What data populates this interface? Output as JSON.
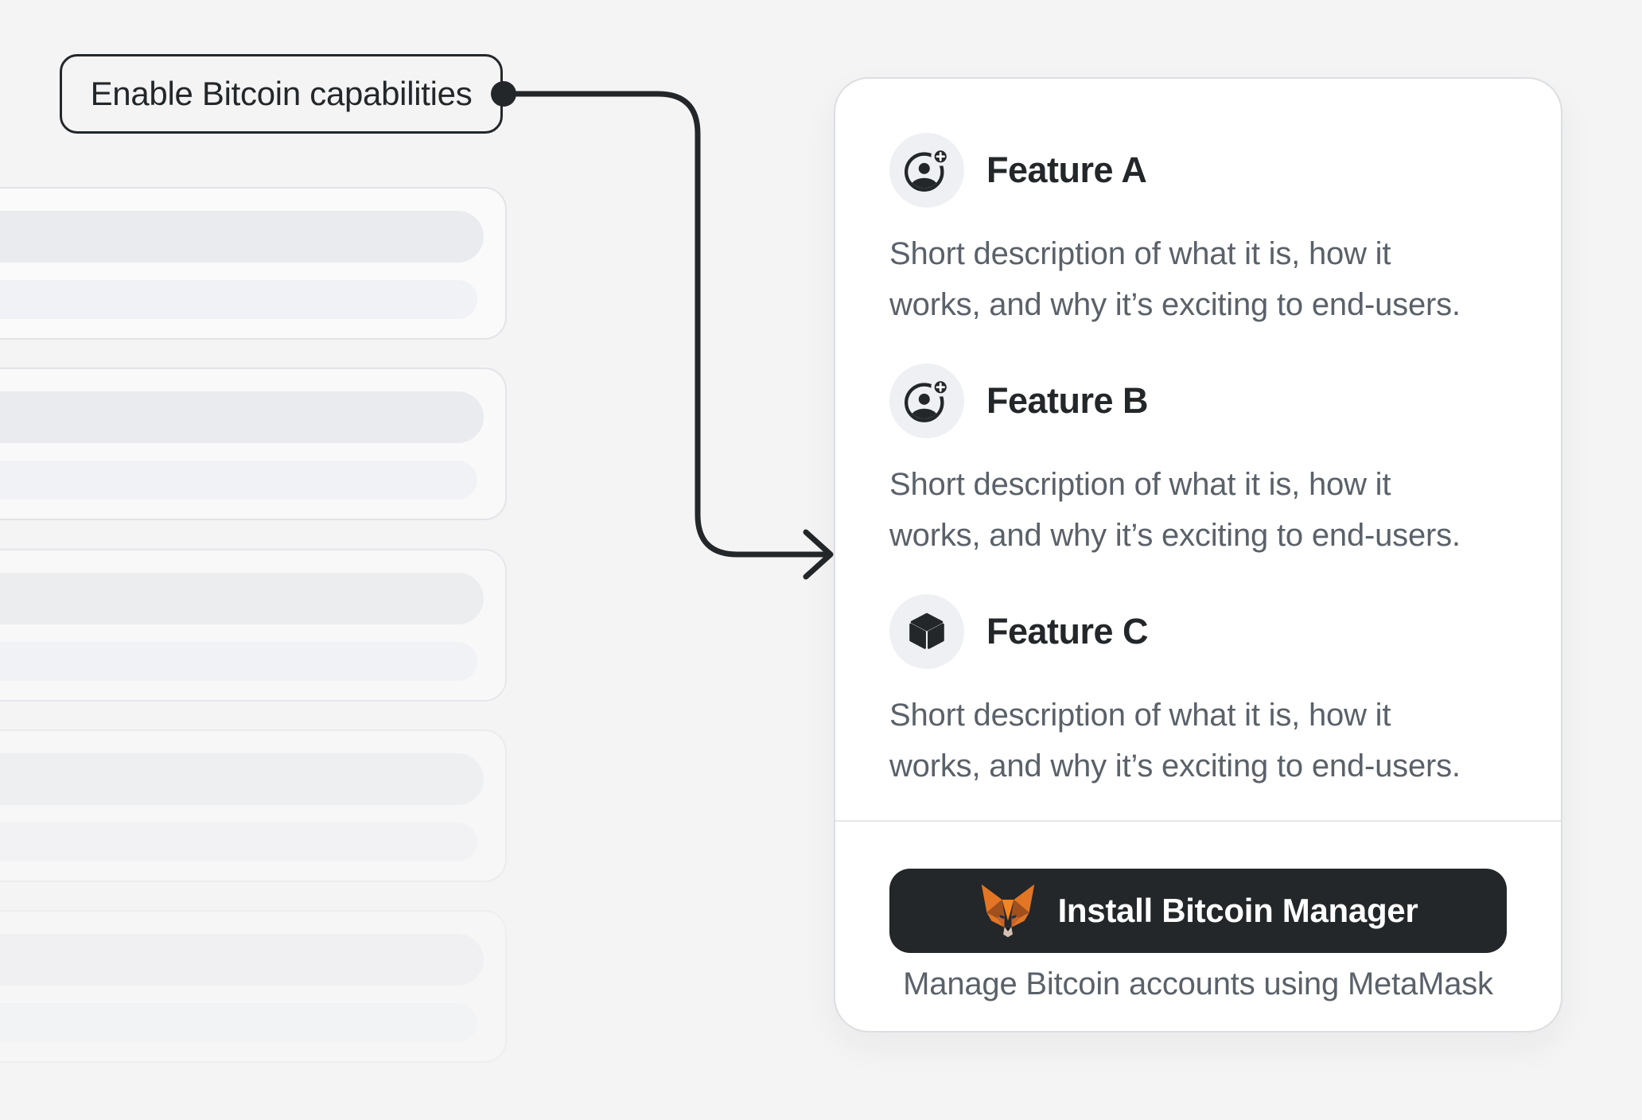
{
  "colors": {
    "ink": "#24272a",
    "muted_text": "#5a6169",
    "page_bg": "#f4f4f5",
    "panel_bg": "#ffffff",
    "button_bg": "#24272a",
    "fox_orange": "#e27625"
  },
  "annotation": {
    "label": "Enable Bitcoin capabilities"
  },
  "panel": {
    "features": [
      {
        "title": "Feature A",
        "icon": "user-add-icon",
        "desc_line1": "Short description of what it is, how it",
        "desc_line2": "works, and why it’s exciting to end-users."
      },
      {
        "title": "Feature B",
        "icon": "user-add-icon",
        "desc_line1": "Short description of what it is, how it",
        "desc_line2": "works, and why it’s exciting to end-users."
      },
      {
        "title": "Feature C",
        "icon": "cube-icon",
        "desc_line1": "Short description of what it is, how it",
        "desc_line2": "works, and why it’s exciting to end-users."
      }
    ],
    "cta": {
      "button_label": "Install Bitcoin Manager",
      "caption": "Manage Bitcoin accounts using MetaMask"
    }
  }
}
